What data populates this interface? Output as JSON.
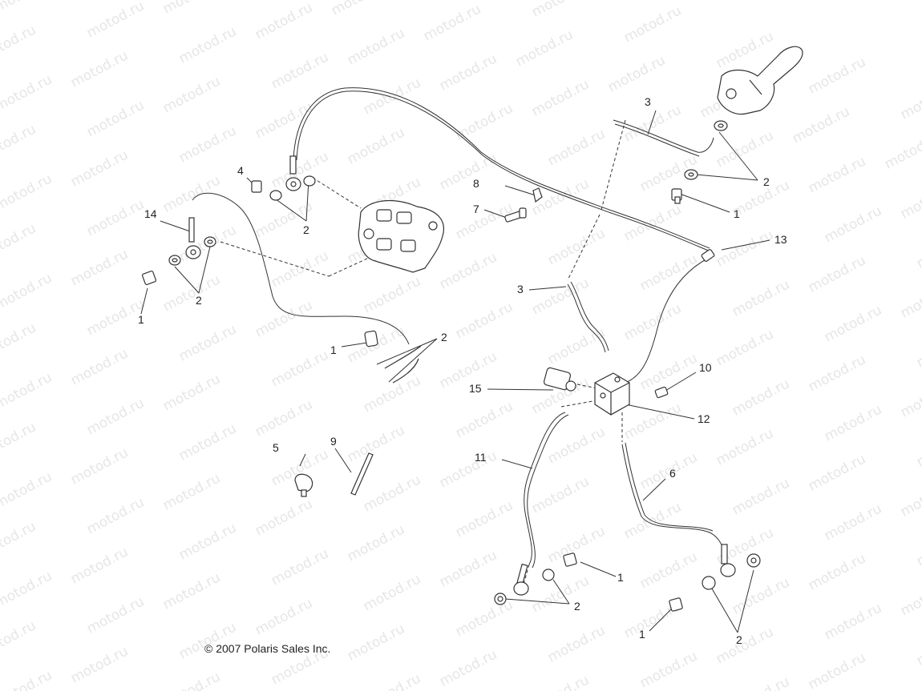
{
  "watermark": {
    "text": "motod.ru"
  },
  "copyright": "© 2007 Polaris Sales Inc.",
  "callouts": [
    {
      "id": "c3a",
      "label": "3"
    },
    {
      "id": "c2a",
      "label": "2"
    },
    {
      "id": "c1a",
      "label": "1"
    },
    {
      "id": "c8",
      "label": "8"
    },
    {
      "id": "c7",
      "label": "7"
    },
    {
      "id": "c4",
      "label": "4"
    },
    {
      "id": "c2b",
      "label": "2"
    },
    {
      "id": "c14",
      "label": "14"
    },
    {
      "id": "c2c",
      "label": "2"
    },
    {
      "id": "c1b",
      "label": "1"
    },
    {
      "id": "c13",
      "label": "13"
    },
    {
      "id": "c3b",
      "label": "3"
    },
    {
      "id": "c1c",
      "label": "1"
    },
    {
      "id": "c2d",
      "label": "2"
    },
    {
      "id": "c10",
      "label": "10"
    },
    {
      "id": "c15",
      "label": "15"
    },
    {
      "id": "c12",
      "label": "12"
    },
    {
      "id": "c5",
      "label": "5"
    },
    {
      "id": "c9",
      "label": "9"
    },
    {
      "id": "c11",
      "label": "11"
    },
    {
      "id": "c6",
      "label": "6"
    },
    {
      "id": "c1d",
      "label": "1"
    },
    {
      "id": "c2e",
      "label": "2"
    },
    {
      "id": "c1e",
      "label": "1"
    },
    {
      "id": "c2f",
      "label": "2"
    }
  ]
}
